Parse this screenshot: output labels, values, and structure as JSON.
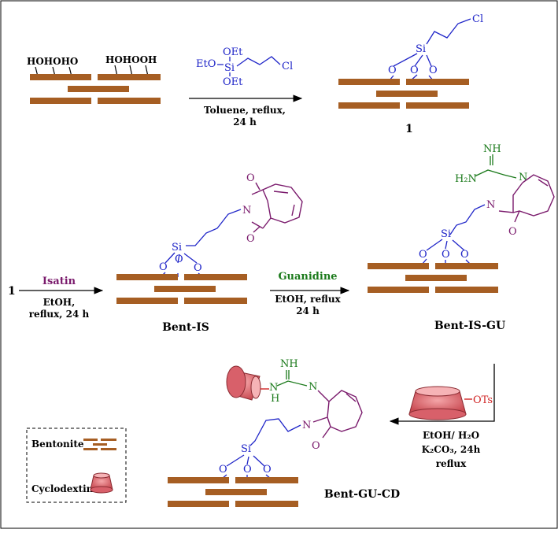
{
  "panel1": {
    "hydroxyls_left": "HOHOHO",
    "hydroxyls_right": "HOHOOH",
    "reagent": {
      "oet_top": "OEt",
      "eto": "EtO",
      "si": "Si",
      "oet_bottom": "OEt",
      "cl": "Cl"
    },
    "conditions_line1": "Toluene, reflux,",
    "conditions_line2": "24 h",
    "product": {
      "cl": "Cl",
      "si": "Si",
      "o1": "O",
      "o2": "O",
      "o3": "O",
      "number": "1"
    }
  },
  "panel2": {
    "start_number": "1",
    "reagent": "Isatin",
    "conditions_line1": "EtOH,",
    "conditions_line2": "reflux, 24 h",
    "product": {
      "o_top": "O",
      "n": "N",
      "o_bottom": "O",
      "si": "Si",
      "o1": "O",
      "o2": "O",
      "o3": "O",
      "name": "Bent-IS"
    }
  },
  "panel3": {
    "reagent": "Guanidine",
    "conditions_line1": "EtOH, reflux",
    "conditions_line2": "24 h",
    "product": {
      "nh": "NH",
      "h2n": "H₂N",
      "n_imine": "N",
      "n": "N",
      "o": "O",
      "si": "Si",
      "o1": "O",
      "o2": "O",
      "o3": "O",
      "name": "Bent-IS-GU"
    }
  },
  "panel4": {
    "reagent_ots": "OTs",
    "conditions_line1": "EtOH/ H₂O",
    "conditions_line2": "K₂CO₃, 24h",
    "conditions_line3": "reflux",
    "product": {
      "nh_top": "NH",
      "nh": "N",
      "h": "H",
      "n_imine": "N",
      "n": "N",
      "o": "O",
      "si": "Si",
      "o1": "O",
      "o2": "O",
      "o3": "O",
      "name": "Bent-GU-CD"
    }
  },
  "legend": {
    "bentonite": "Bentonite",
    "cyclodextrin": "Cyclodextin"
  },
  "colors": {
    "clay": "#a65e23",
    "blue": "#1f25c8",
    "purple": "#7a1a6c",
    "green": "#1b7a1b",
    "red": "#d02323",
    "cyclodextrin": "#e07a80"
  }
}
